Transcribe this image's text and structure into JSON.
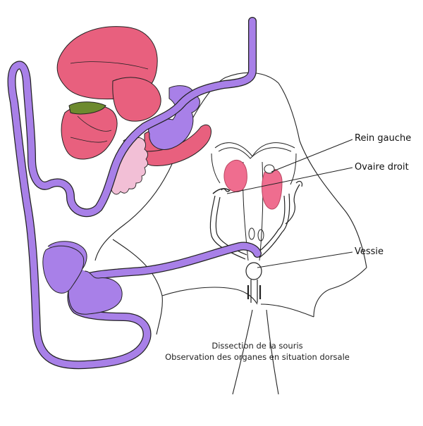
{
  "labels": {
    "rein_gauche": "Rein gauche",
    "ovaire_droit": "Ovaire droit",
    "vessie": "Vessie"
  },
  "caption": {
    "line1": "Dissection de la souris",
    "line2": "Observation des organes en situation dorsale"
  },
  "colors": {
    "intestine": "#a880e8",
    "liver": "#e8607e",
    "gallbladder": "#6d8a2e",
    "pancreas": "#f2bfd6",
    "kidney": "#ef6d8f",
    "outline": "#222222",
    "background": "#ffffff"
  }
}
